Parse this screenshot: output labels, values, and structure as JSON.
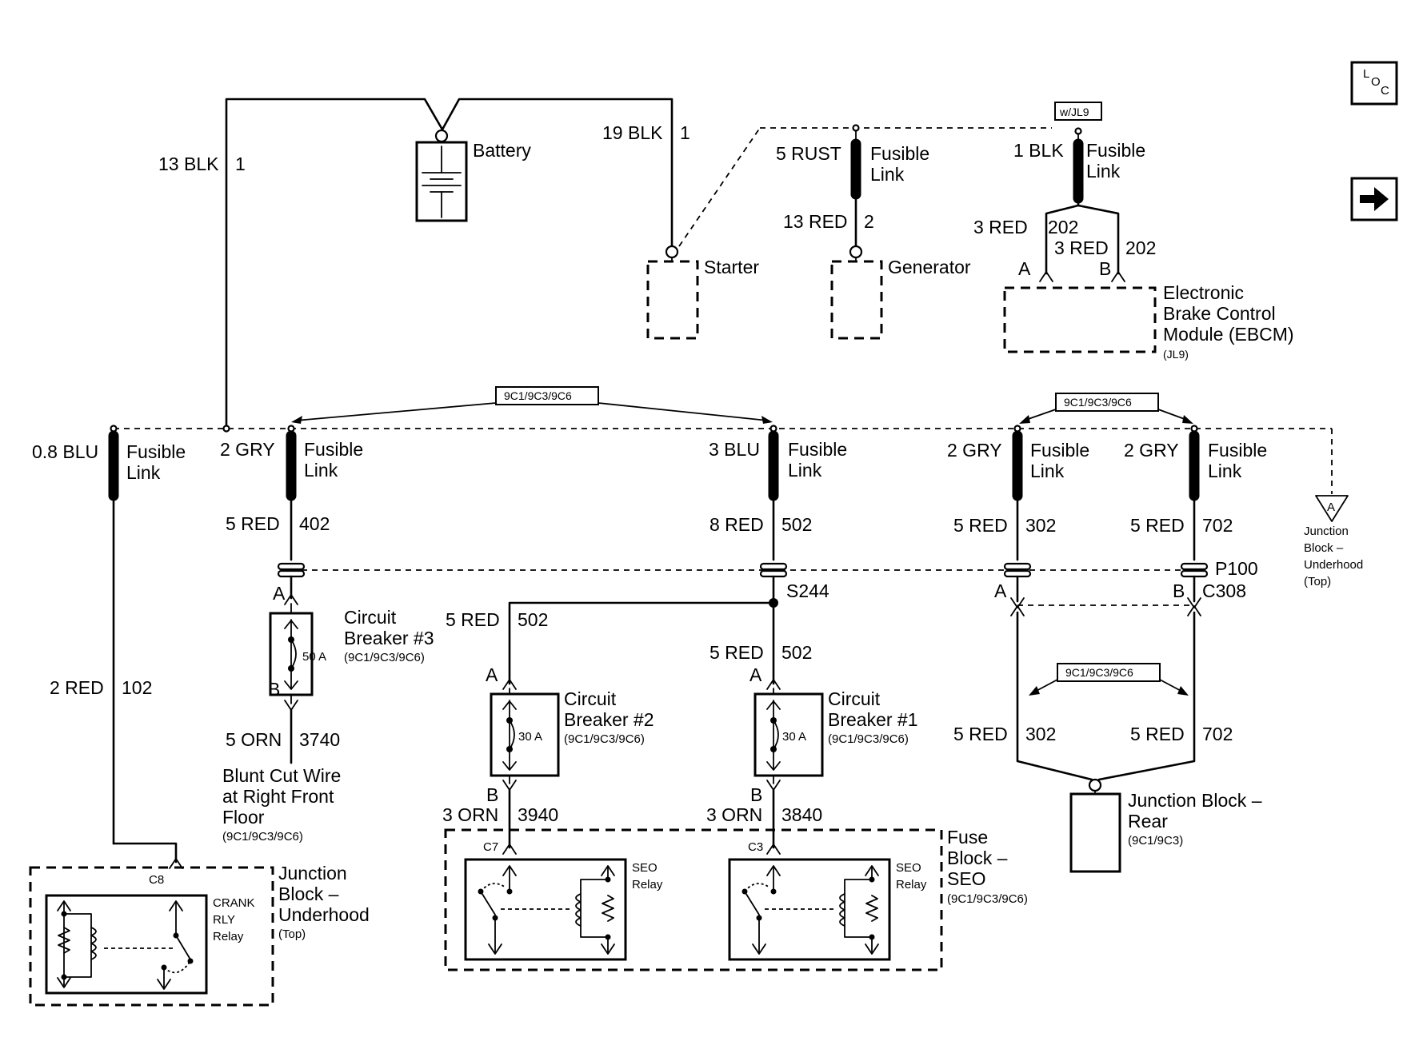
{
  "nav": {
    "loc_l": "L",
    "loc_o": "O",
    "loc_c": "C",
    "next_arrow": "➡"
  },
  "top": {
    "battery": "Battery",
    "w13blk": "13 BLK",
    "c1a": "1",
    "w19blk": "19 BLK",
    "c1b": "1",
    "starter": "Starter",
    "w5rust": "5 RUST",
    "fusible": "Fusible",
    "link": "Link",
    "w13red": "13 RED",
    "c2": "2",
    "generator": "Generator",
    "wjl9": "w/JL9",
    "w1blk": "1 BLK",
    "w3red": "3 RED",
    "c202": "202",
    "pinA": "A",
    "pinB": "B",
    "ebcm1": "Electronic",
    "ebcm2": "Brake Control",
    "ebcm3": "Module (EBCM)",
    "ebcm4": "(JL9)"
  },
  "opt": "9C1/9C3/9C6",
  "mid": {
    "w08blu": "0.8 BLU",
    "w2gry": "2 GRY",
    "w3blu": "3 BLU",
    "w5red": "5 RED",
    "w8red": "8 RED",
    "w2red": "2 RED",
    "w5orn": "5 ORN",
    "w3orn": "3 ORN",
    "c402": "402",
    "c502": "502",
    "c302": "302",
    "c702": "702",
    "c102": "102",
    "c3740": "3740",
    "c3940": "3940",
    "c3840": "3840",
    "p100": "P100",
    "c308": "C308",
    "s244": "S244",
    "ref_a": "A",
    "jbu1": "Junction",
    "jbu2": "Block –",
    "jbu3": "Underhood",
    "jbu4": "(Top)"
  },
  "breakers": {
    "circuit": "Circuit",
    "cb3": "Breaker #3",
    "cb2": "Breaker #2",
    "cb1": "Breaker #1",
    "a50": "50 A",
    "a30": "30 A",
    "opt": "(9C1/9C3/9C6)"
  },
  "blunt": {
    "l1": "Blunt Cut Wire",
    "l2": "at Right Front",
    "l3": "Floor",
    "l4": "(9C1/9C3/9C6)"
  },
  "jbr": {
    "l1": "Junction Block –",
    "l2": "Rear",
    "l3": "(9C1/9C3)"
  },
  "fuse": {
    "l1": "Fuse",
    "l2": "Block –",
    "l3": "SEO",
    "l4": "(9C1/9C3/9C6)",
    "c7": "C7",
    "c3": "C3",
    "seo": "SEO",
    "relay": "Relay"
  },
  "jbh": {
    "c8": "C8",
    "l1": "Junction",
    "l2": "Block –",
    "l3": "Underhood",
    "l4": "(Top)",
    "crank": "CRANK",
    "rly": "RLY",
    "relay": "Relay"
  }
}
